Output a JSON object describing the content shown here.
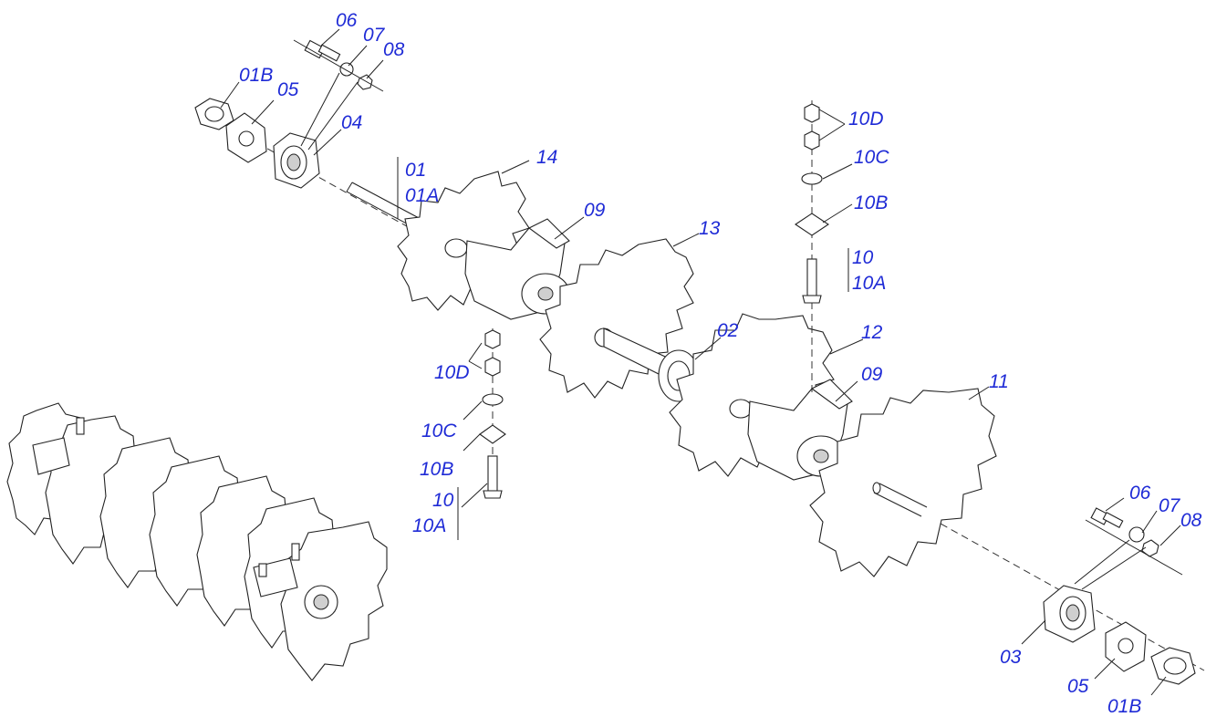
{
  "labels": {
    "top_left": {
      "p06": "06",
      "p07": "07",
      "p08": "08",
      "p01B": "01B",
      "p05": "05",
      "p04": "04",
      "p01": "01",
      "p01A": "01A"
    },
    "center_top": {
      "p14": "14",
      "p09": "09",
      "p13": "13",
      "p02": "02",
      "p12": "12",
      "p09b": "09",
      "p11": "11"
    },
    "left_bolt_stack": {
      "p10D": "10D",
      "p10C": "10C",
      "p10B": "10B",
      "p10": "10",
      "p10A": "10A"
    },
    "right_bolt_stack": {
      "p10D": "10D",
      "p10C": "10C",
      "p10B": "10B",
      "p10": "10",
      "p10A": "10A"
    },
    "bottom_right": {
      "p06": "06",
      "p07": "07",
      "p08": "08",
      "p03": "03",
      "p05": "05",
      "p01B": "01B"
    }
  },
  "colors": {
    "label": "#1f2bd6",
    "line": "#222222",
    "background": "#ffffff"
  }
}
